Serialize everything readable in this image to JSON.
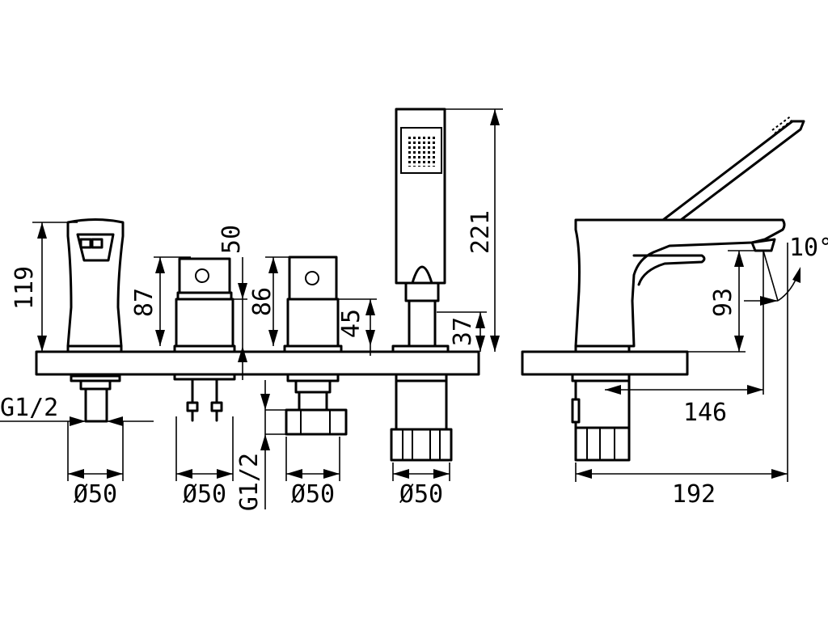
{
  "dimensions": {
    "mixer_height": "119",
    "thread_left": "G1/2",
    "diameter_1": "Ø50",
    "diverter_height": "87",
    "diverter_top": "50",
    "diameter_2": "Ø50",
    "thread_bottom": "G1/2",
    "handle_height": "86",
    "handle_inner": "45",
    "diameter_3": "Ø50",
    "shower_height": "221",
    "holder_height": "37",
    "diameter_4": "Ø50",
    "side_angle": "10°",
    "spout_height": "93",
    "spout_reach": "146",
    "overall_depth": "192"
  }
}
